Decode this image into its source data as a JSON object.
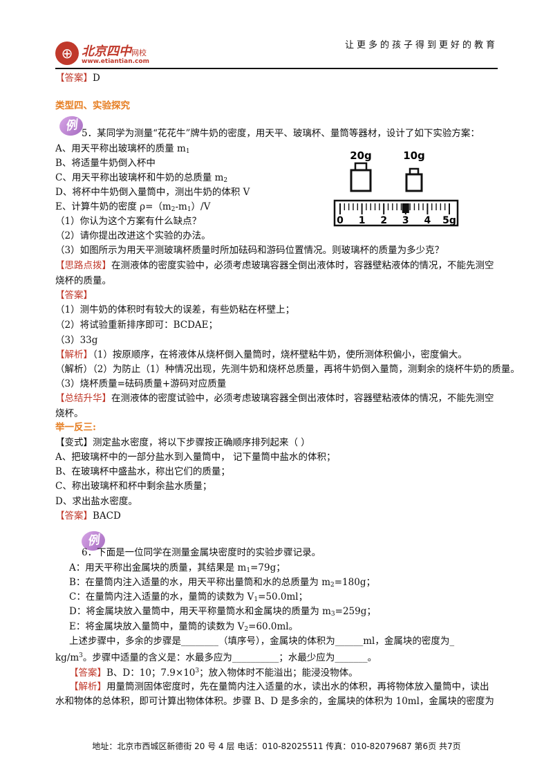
{
  "header": {
    "logo_name": "北京四中",
    "logo_suffix": "网校",
    "logo_url": "www.etiantian.com",
    "slogan": "让更多的孩子得到更好的教育"
  },
  "top_answer": {
    "tag": "【答案】",
    "text": "D"
  },
  "section_title": "类型四、实验探究",
  "badge_label": "例",
  "q5": {
    "stem": "5．某同学为测量“花花牛”牌牛奶的密度，用天平、玻璃杯、量筒等器材，设计了如下实验方案：",
    "a": "A、用天平称出玻璃杯的质量 m",
    "a_sub": "1",
    "b": "B、将适量牛奶倒入杯中",
    "c": "C、用天平称出玻璃杯和牛奶的总质量 m",
    "c_sub": "2",
    "d": "D、将杯中牛奶倒入量筒中，测出牛奶的体积 V",
    "e1": "E、计算牛奶的密度 ρ=（m",
    "e_sub2": "2",
    "e2": "-m",
    "e_sub1": "1",
    "e3": "）/V",
    "q1": "（1）你认为这个方案有什么缺点？",
    "q2": "（2）请你提出改进这个实验的办法。",
    "q3": "（3）如图所示为用天平测玻璃杯质量时所加砝码和游码位置情况。则玻璃杯的质量为多少克？",
    "figure": {
      "weight1": "20g",
      "weight2": "10g",
      "ticks": [
        "0",
        "1",
        "2",
        "3",
        "4",
        "5g"
      ],
      "rider_value": 3
    },
    "hint_tag": "【思路点拨】",
    "hint1": "在测液体的密度实验中，必须考虑玻璃容器全倒出液体时，容器壁粘液体的情况，不能先测空",
    "hint2": "烧杯的质量。",
    "answer_tag": "【答案】",
    "ans1": "（1）测牛奶的体积时有较大的误差，有些奶粘在杯壁上；",
    "ans2": "（2）将试验重新排序即可：BCDAE；",
    "ans3": "（3）33g",
    "analysis_tag": "【解析】",
    "an1": "（1）按原顺序，在将液体从烧杯倒入量筒时，烧杯壁粘牛奶，使所测体积偏小，密度偏大。",
    "an2": "（解析）（2）为防止（1）种情况出现，先测牛奶和烧杯总质量，再将牛奶倒入量筒，测剩余的烧杯牛奶的质量。",
    "an3": "（3）烧杯质量=砝码质量+游码对应质量",
    "summary_tag": "【总结升华】",
    "sum1": "在测液体的密度试验中，必须考虑玻璃容器全倒出液体时，容器壁粘液体的情况，不能先测空",
    "sum2": "烧杯。"
  },
  "practice": {
    "title": "举一反三:",
    "variant": "【变式】测定盐水密度，将以下步骤按正确顺序排列起来（      ）",
    "a": "A、把玻璃杯中的一部分盐水到入量筒中，  记下量筒中盐水的体积；",
    "b": "B、在玻璃杯中盛盐水，称出它们的质量；",
    "c": "C、称出玻璃杯和杯中剩余盐水质量；",
    "d": "D、求出盐水密度。",
    "answer_tag": "【答案】",
    "answer": "BACD"
  },
  "q6": {
    "stem": "6．下面是一位同学在测量金属块密度时的实验步骤记录。",
    "a": "A：用天平称出金属块的质量，其结果是 m",
    "a_sub": "1",
    "a_end": "=79g；",
    "b": "B：在量筒内注入适量的水，用天平称出量筒和水的总质量为 m",
    "b_sub": "2",
    "b_end": "=180g；",
    "c": "C：在量筒内注入适量的水，量筒的读数为 V",
    "c_sub": "1",
    "c_end": "=50.0ml；",
    "d": "D：将金属块放入量筒中，用天平称量筒水和金属块的质量为 m",
    "d_sub": "3",
    "d_end": "=259g；",
    "e": "E：将金属块放入量筒中，量筒的读数为 V",
    "e_sub": "2",
    "e_end": "=60.0ml。",
    "fill1": "上述步骤中，多余的步骤是________（填序号），金属块的体积为______ml，金属块的密度为_",
    "fill2a": "kg/m",
    "fill2_sup": "3",
    "fill2b": "。步骤中适量的含义是：水最多应为__________；水最少应为_______。",
    "answer_tag": "【答案】",
    "answer_a": "B、D：10；7.9×10",
    "answer_sup": "3",
    "answer_b": "；放入物体时不能溢出；能浸没物体。",
    "analysis_tag": "【解析】",
    "an1": "用量筒测固体密度时，先在量筒内注入适量的水，读出水的体积，再将物体放入量筒中，读出",
    "an2": "水和物体的总体积，即可计算出物体体积。步骤 B、D 是多余的，金属块的体积为  10ml，金属块的密度为"
  },
  "footer": "地址：北京市西城区新德街 20 号 4 层  电话：010-82025511  传真：010-82079687    第6页  共7页"
}
